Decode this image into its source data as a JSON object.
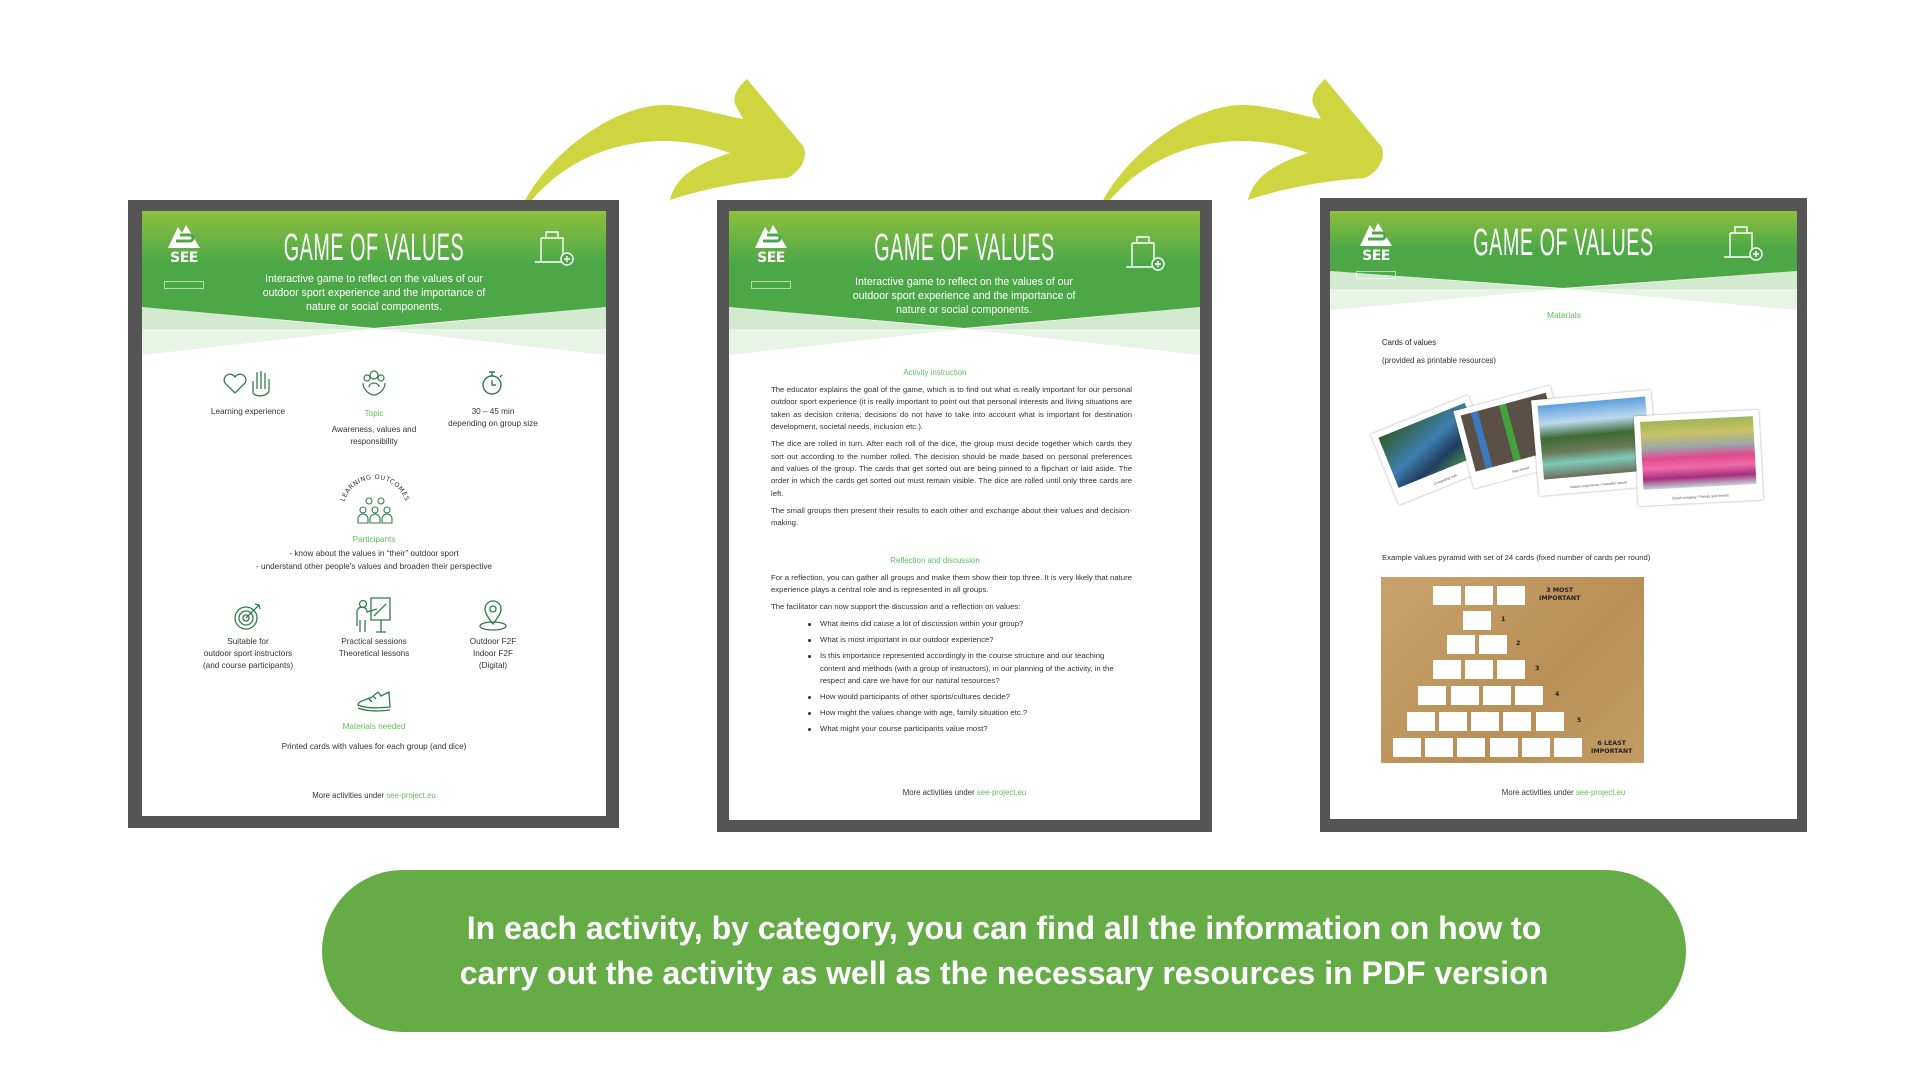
{
  "colors": {
    "frame": "#555555",
    "header_green": "#4ca847",
    "header_light": "#8dc03f",
    "accent_label": "#5fbf5a",
    "arrow": "#cfd541",
    "banner": "#65ac47",
    "icon": "#2f7d4e"
  },
  "common": {
    "logo_text": "SEE",
    "title": "GAME OF VALUES",
    "subtitle_lines": [
      "Interactive game to reflect on the values of our",
      "outdoor sport experience and the importance of",
      "nature or social components."
    ],
    "footer_prefix": "More activities under ",
    "footer_link": "see-project.eu"
  },
  "page1": {
    "learning_experience": "Learning experience",
    "topic_label": "Topic",
    "topic_lines": [
      "Awareness, values and",
      "responsibility"
    ],
    "duration_lines": [
      "30 – 45 min",
      "depending on group size"
    ],
    "learning_outcomes_arc": "LEARNING OUTCOMES",
    "participants_label": "Participants",
    "participants_lines": [
      "- know about the values in “their” outdoor sport",
      "- understand other people's values and broaden their perspective"
    ],
    "suitable_lines": [
      "Suitable for",
      "outdoor sport instructors",
      "(and course participants)"
    ],
    "format_lines": [
      "Practical sessions",
      "Theoretical lessons"
    ],
    "setting_lines": [
      "Outdoor F2F",
      "Indoor F2F",
      "(Digital)"
    ],
    "materials_label": "Materials needed",
    "materials_text": "Printed cards with values for each group (and dice)"
  },
  "page2": {
    "activity_heading": "Activity instruction",
    "activity_paragraphs": [
      "The educator explains the goal of the game, which is to find out what is really important for our personal outdoor sport experience (it is really important to point out that personal interests and living situations are taken as decision criteria; decisions do not have to take into account what is important for destination development, societal needs, inclusion etc.).",
      "The dice are rolled in turn. After each roll of the dice, the group must decide together which cards they sort out according to the number rolled. The decision should be made based on personal preferences and values of the group. The cards that get sorted out are being pinned to a flipchart or laid aside. The order in which the cards get sorted out must remain visible. The dice are rolled until only three cards are left.",
      "The small groups then present their results to each other and exchange about their values and decision-making."
    ],
    "reflection_heading": "Reflection and discussion",
    "reflection_paragraphs": [
      "For a reflection, you can gather all groups and make them show their top three. It is very likely that nature experience plays a central role and is represented in all groups.",
      "The facilitator can now support the discussion and a reflection on values:"
    ],
    "questions": [
      "What items did cause a lot of discussion within your group?",
      "What is most important in our outdoor experience?",
      "Is this importance represented accordingly in the course structure and our teaching content and methods (with a group of instructors), in our planning of the activity, in the respect and care we have for our natural resources?",
      "How would participants of other sports/cultures decide?",
      "How might the values change with age, family situation etc.?",
      "What might your course participants value most?"
    ]
  },
  "page3": {
    "materials_heading": "Materials",
    "cards_title": "Cards of values",
    "cards_note": "(provided as printable resources)",
    "card_captions": [
      "Competing with",
      "New knowl",
      "Nature experience / beautiful nature",
      "Good company / Family and friends"
    ],
    "pyramid_caption": "Example values pyramid with set of 24 cards (fixed number of cards per round)",
    "pyramid_labels": {
      "top": [
        "3 MOST",
        "IMPORTANT"
      ],
      "r1": "1",
      "r2": "2",
      "r3": "3",
      "r4": "4",
      "r5": "5",
      "bottom": [
        "6 LEAST",
        "IMPORTANT"
      ]
    }
  },
  "banner": {
    "lines": [
      "In each activity, by category, you can find all the information on how to",
      "carry out the activity as well as the necessary resources in PDF version"
    ]
  }
}
